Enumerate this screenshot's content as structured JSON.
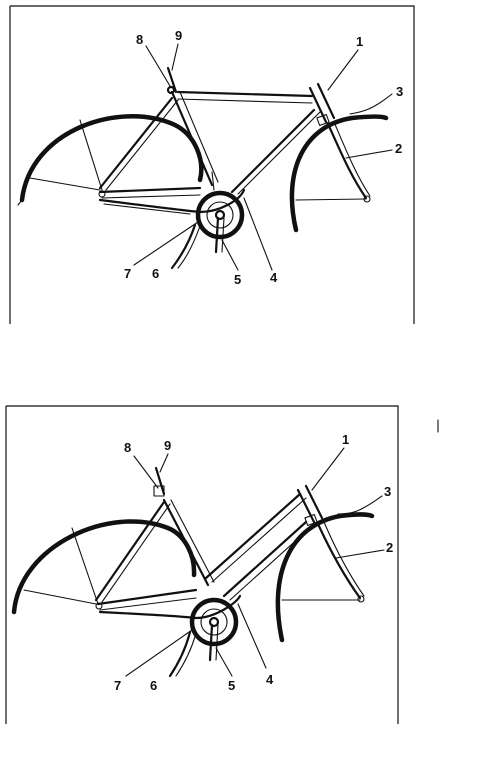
{
  "diagrams": [
    {
      "frame": "mens",
      "labels": [
        "8",
        "9",
        "1",
        "3",
        "2",
        "7",
        "6",
        "5",
        "4"
      ]
    },
    {
      "frame": "ladies",
      "labels": [
        "8",
        "9",
        "1",
        "3",
        "2",
        "7",
        "6",
        "5",
        "4"
      ]
    }
  ],
  "colors": {
    "ink": "#111111",
    "paper": "#ffffff"
  }
}
